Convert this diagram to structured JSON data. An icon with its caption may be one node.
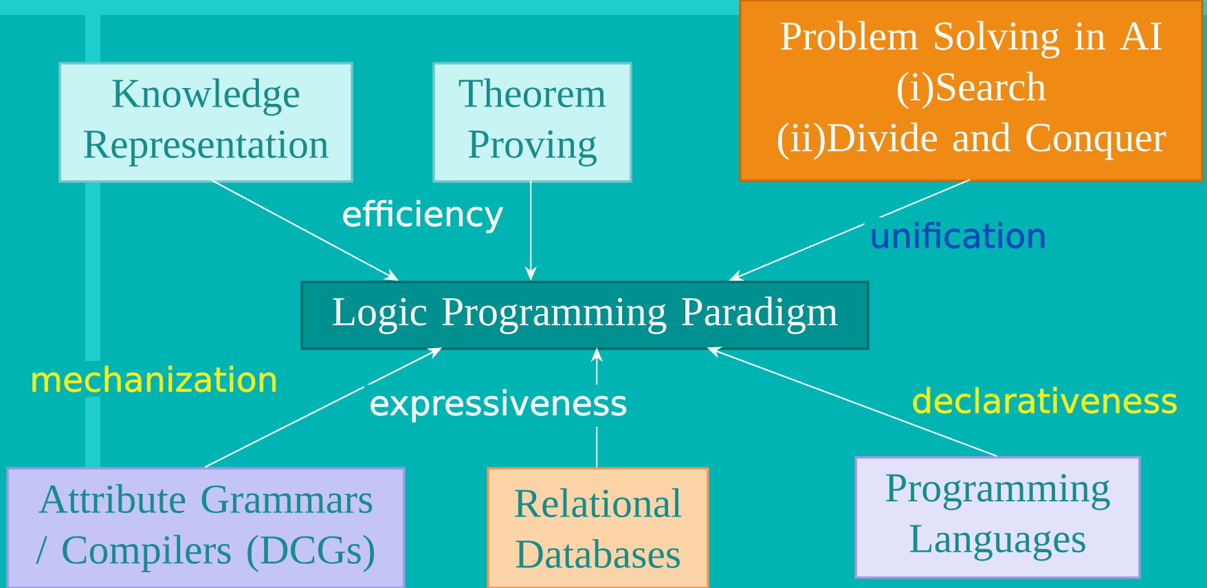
{
  "diagram": {
    "nodes": [
      {
        "text": [
          "Knowledge Representation"
        ]
      },
      {
        "text": [
          "Theorem Proving"
        ]
      },
      {
        "text": [
          "Problem Solving in AI",
          "(i)Search",
          "(ii)Divide and Conquer"
        ]
      },
      {
        "text": [
          "Logic Programming Paradigm"
        ]
      },
      {
        "text": [
          "Attribute Grammars / Compilers (DCGs)"
        ]
      },
      {
        "text": [
          "Relational Databases"
        ]
      },
      {
        "text": [
          "Programming Languages"
        ]
      }
    ],
    "edges": [
      {
        "from": 0,
        "to": 3,
        "arrow": "to",
        "label": "efficiency"
      },
      {
        "from": 1,
        "to": 3,
        "arrow": "to"
      },
      {
        "from": 2,
        "to": 3,
        "arrow": "to",
        "label": "unification"
      },
      {
        "from": 4,
        "to": 3,
        "arrow": "to",
        "label": "mechanization"
      },
      {
        "from": 5,
        "to": 3,
        "arrow": "to",
        "label": "expressiveness"
      },
      {
        "from": 6,
        "to": 3,
        "arrow": "to",
        "label": "declarativeness"
      }
    ]
  }
}
